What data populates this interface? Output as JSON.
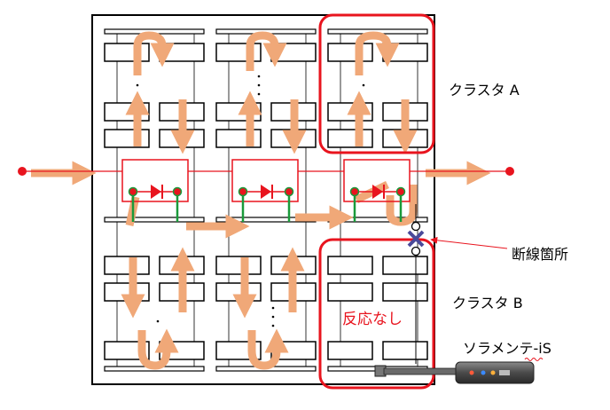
{
  "labels": {
    "cluster_a": "クラスタ A",
    "cluster_b": "クラスタ B",
    "break_point": "断線箇所",
    "no_response": "反応なし",
    "tool": "ソラメンテ-iS"
  },
  "colors": {
    "frame": "#000000",
    "flow_arrow": "#f0a878",
    "highlight": "#e8141e",
    "diode_box": "#e8141e",
    "string_wire": "#1a9a3a",
    "break_mark": "#4a4a9a",
    "tool_body": "#5a5a5a"
  }
}
